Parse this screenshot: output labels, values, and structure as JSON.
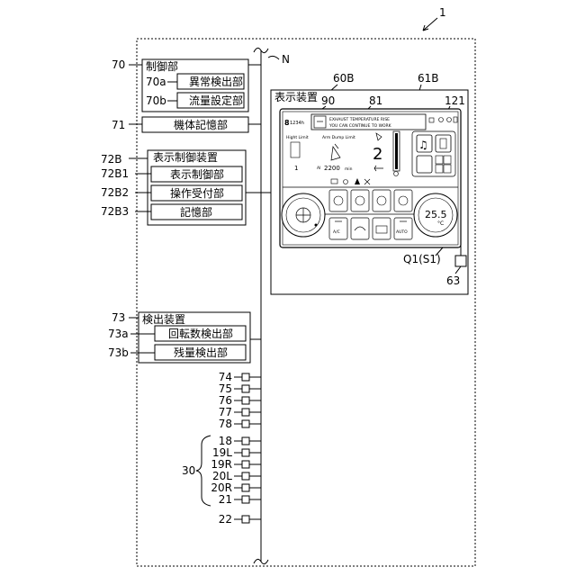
{
  "refs": {
    "system": "1",
    "network": "N",
    "display_device": "60B",
    "screen": "61B",
    "hour_meter_area": "90",
    "message_area": "81",
    "icon_area": "121",
    "region": "Q1(S1)",
    "switch": "63",
    "controller": "70",
    "abnormality_detector": "70a",
    "flow_setter": "70b",
    "machine_memory": "71",
    "display_control_device": "72B",
    "display_controller": "72B1",
    "operation_receiver": "72B2",
    "storage": "72B3",
    "detection_device": "73",
    "rotation_detector": "73a",
    "remaining_detector": "73b",
    "sensors_top": [
      "74",
      "75",
      "76",
      "77",
      "78"
    ],
    "sensors_group": [
      "18",
      "19L",
      "19R",
      "20L",
      "20R",
      "21"
    ],
    "group": "30",
    "sensor_bottom": "22"
  },
  "labels": {
    "controller": "制御部",
    "abnormality_detector": "異常検出部",
    "flow_setter": "流量設定部",
    "machine_memory": "機体記憶部",
    "display_control_device": "表示制御装置",
    "display_controller": "表示制御部",
    "operation_receiver": "操作受付部",
    "storage": "記憶部",
    "detection_device": "検出装置",
    "rotation_detector": "回転数検出部",
    "remaining_detector": "残量検出部",
    "display_device": "表示装置"
  },
  "screen": {
    "hour_digit": "8",
    "hour_value": "1234h",
    "message_line1": "EXHAUST TEMPERATURE RISE",
    "message_line2": "YOU CAN CONTINUE TO WORK",
    "hight_limit": "Hight Limit",
    "arm_dump_limit": "Arm Dump Limit",
    "level": "1",
    "rpm_prefix": "AI",
    "rpm_value": "2200",
    "rpm_unit": "min",
    "gear": "2",
    "ac": "A/C",
    "auto": "AUTO",
    "temp_value": "25.5",
    "temp_unit": "°C"
  }
}
